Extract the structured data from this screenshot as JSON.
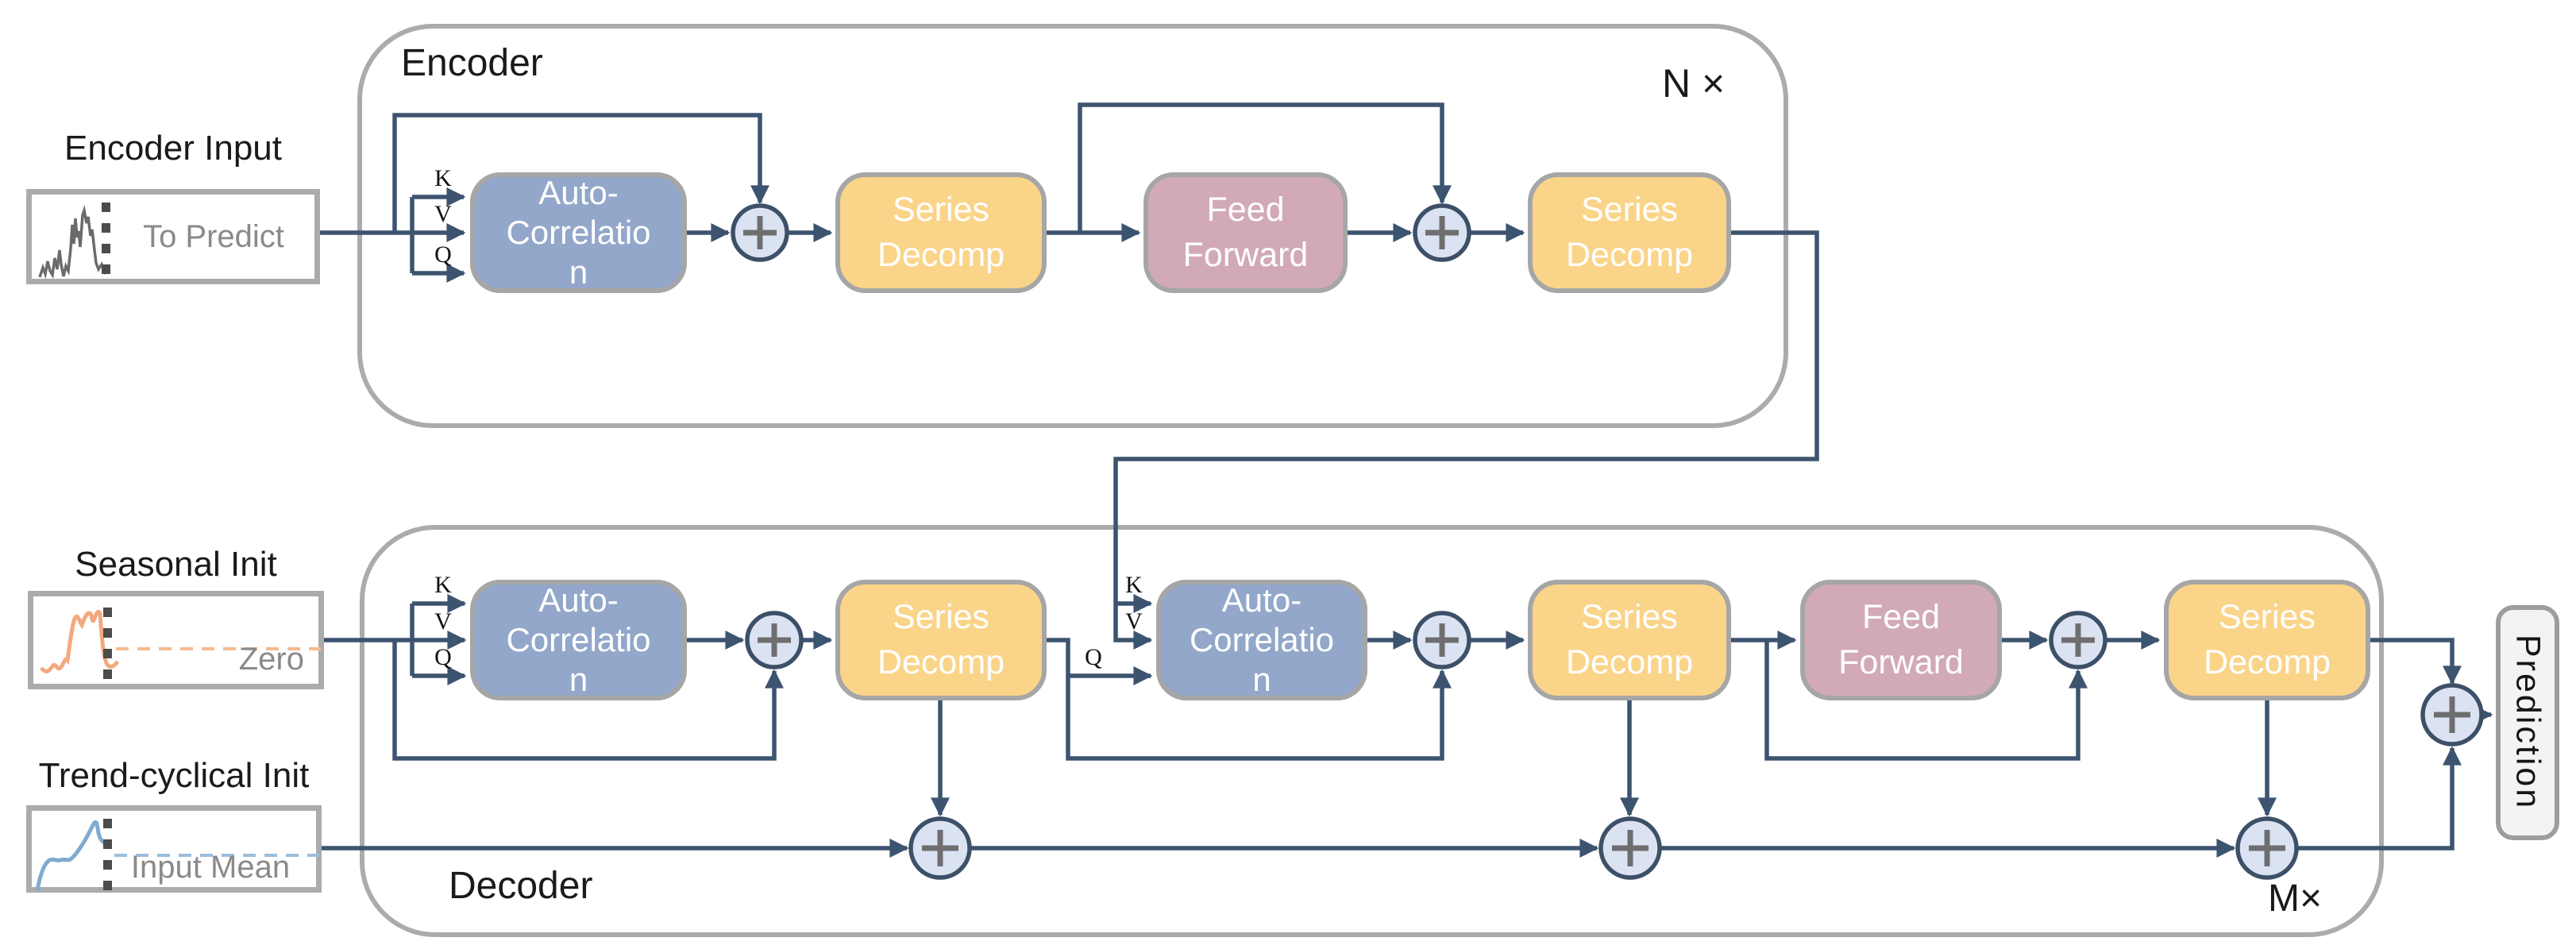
{
  "encoder": {
    "title": "Encoder",
    "repeat_label": "N ×",
    "input": {
      "title": "Encoder Input",
      "caption": "To Predict"
    },
    "kvq": {
      "k": "K",
      "v": "V",
      "q": "Q"
    },
    "blocks": {
      "autocorrelation": "Auto-\nCorrelatio\nn",
      "series_decomp_1": "Series\nDecomp",
      "feed_forward": "Feed\nForward",
      "series_decomp_2": "Series\nDecomp"
    }
  },
  "decoder": {
    "title": "Decoder",
    "repeat_label": "M×",
    "seasonal_input": {
      "title": "Seasonal Init",
      "caption": "Zero"
    },
    "trend_input": {
      "title": "Trend-cyclical Init",
      "caption": "Input Mean"
    },
    "self_kvq": {
      "k": "K",
      "v": "V",
      "q": "Q"
    },
    "cross_kvq": {
      "k": "K",
      "v": "V",
      "q": "Q"
    },
    "blocks": {
      "autocorrelation_1": "Auto-\nCorrelatio\nn",
      "series_decomp_1": "Series\nDecomp",
      "autocorrelation_2": "Auto-\nCorrelatio\nn",
      "series_decomp_2": "Series\nDecomp",
      "feed_forward": "Feed\nForward",
      "series_decomp_3": "Series\nDecomp"
    }
  },
  "output": {
    "label": "Prediction"
  },
  "colors": {
    "autocorrelation_fill": "#92a7c9",
    "series_decomp_fill": "#fad489",
    "feed_forward_fill": "#d2a9b8",
    "add_node_fill": "#dbe3f3",
    "connector": "#3d5470",
    "container_border": "#ababab",
    "block_border": "#a6a6a6",
    "muted_text": "#8a8a8a",
    "seasonal_accent": "#f2a97e",
    "trend_accent": "#80aad1"
  }
}
